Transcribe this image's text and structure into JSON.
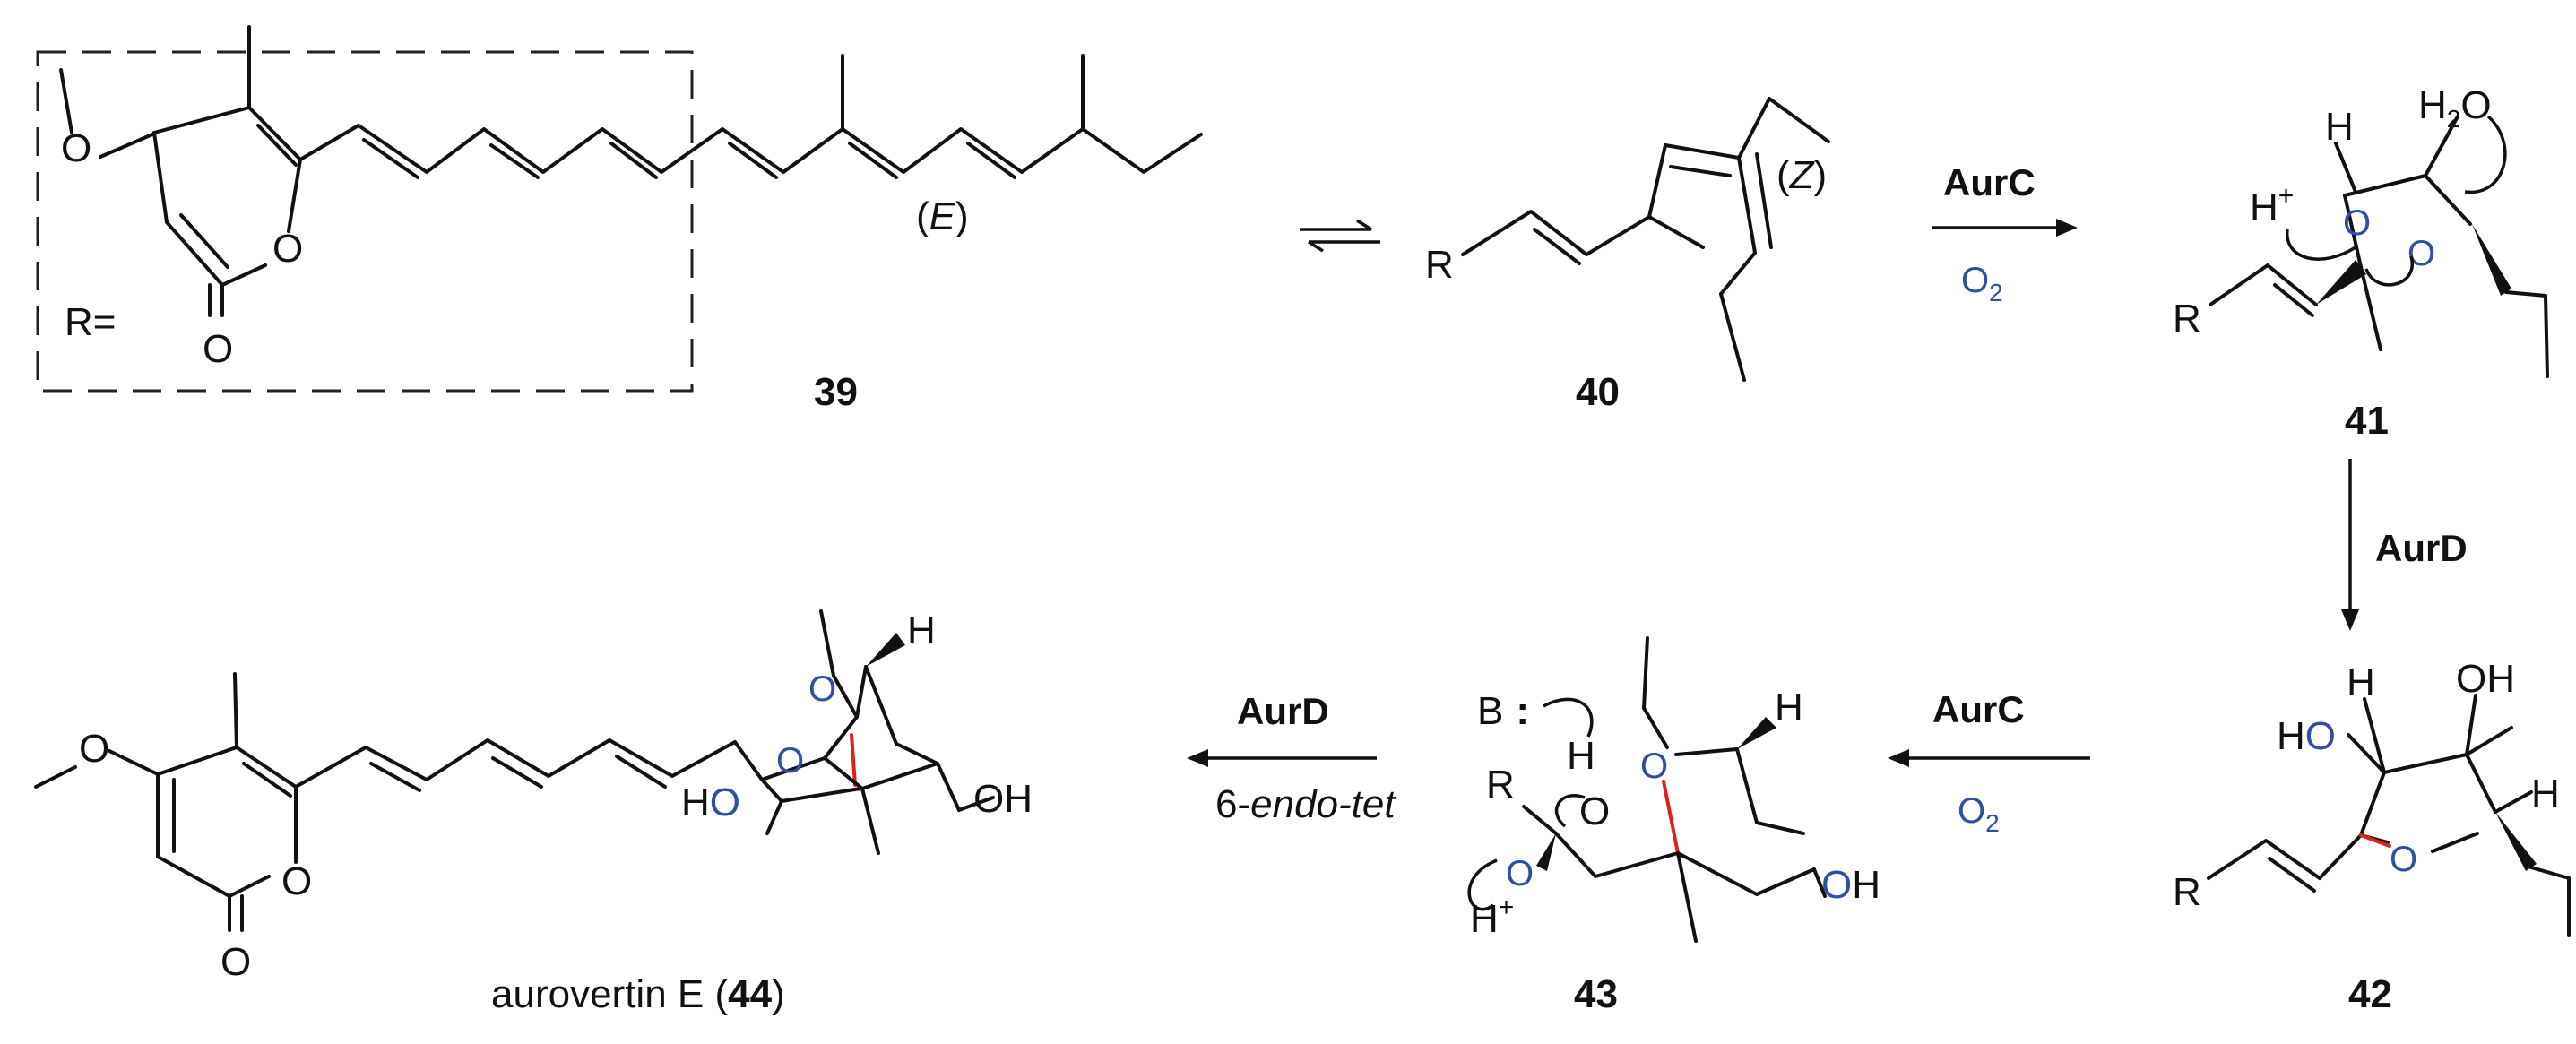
{
  "compounds": {
    "c39": "39",
    "c40": "40",
    "c41": "41",
    "c42": "42",
    "c43": "43",
    "c44_name": "aurovertin E (",
    "c44_num": "44",
    "c44_close": ")"
  },
  "substituent_label": "R=",
  "stereo": {
    "E": "E",
    "Z": "Z"
  },
  "steps": {
    "s1_enzyme": "AurC",
    "s1_cofactor": "O",
    "s1_cofactor_sub": "2",
    "s2_enzyme": "AurD",
    "s3_enzyme": "AurC",
    "s3_cofactor": "O",
    "s3_cofactor_sub": "2",
    "s4_enzyme": "AurD",
    "s4_mode_prefix": "6-",
    "s4_mode": "endo-tet"
  },
  "atoms": {
    "O": "O",
    "H": "H",
    "R": "R",
    "B": "B",
    "colon": ":",
    "H2O_H": "H",
    "H2O_sub": "2",
    "H2O_O": "O",
    "Hplus_H": "H",
    "plus": "+",
    "HO": "HO",
    "OH": "OH",
    "OH_O": "O",
    "OH_H": "H",
    "HO_H": "H",
    "HO_O": "O"
  },
  "colors": {
    "bond": "#111111",
    "oxygen": "#2e4fa3",
    "new_bond": "#e0201b"
  }
}
